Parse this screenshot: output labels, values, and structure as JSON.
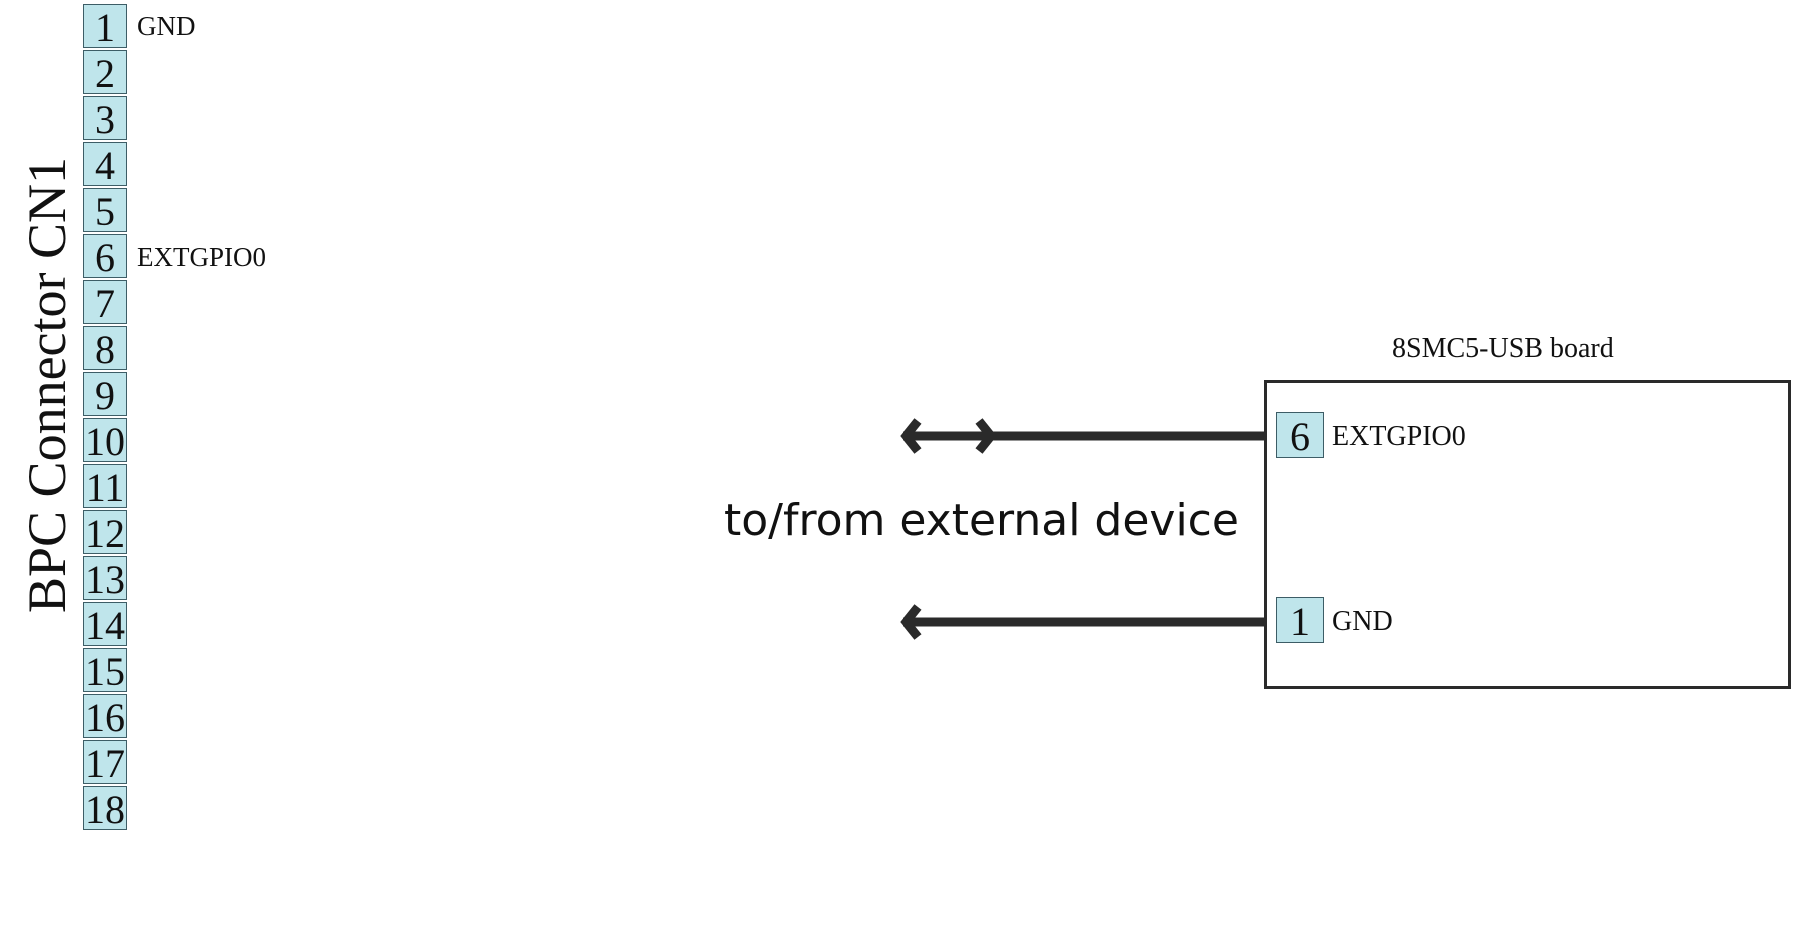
{
  "connector": {
    "title": "BPC Connector CN1",
    "pins": [
      "1",
      "2",
      "3",
      "4",
      "5",
      "6",
      "7",
      "8",
      "9",
      "10",
      "11",
      "12",
      "13",
      "14",
      "15",
      "16",
      "17",
      "18"
    ],
    "labels": {
      "pin1": "GND",
      "pin6": "EXTGPIO0"
    }
  },
  "board": {
    "title": "8SMC5-USB board",
    "pins": [
      {
        "number": "6",
        "label": "EXTGPIO0"
      },
      {
        "number": "1",
        "label": "GND"
      }
    ]
  },
  "external": {
    "label": "to/from external device"
  },
  "colors": {
    "pin_fill": "#bfe5eb",
    "pin_border": "#3d5d66",
    "line": "#2a2a2a"
  }
}
